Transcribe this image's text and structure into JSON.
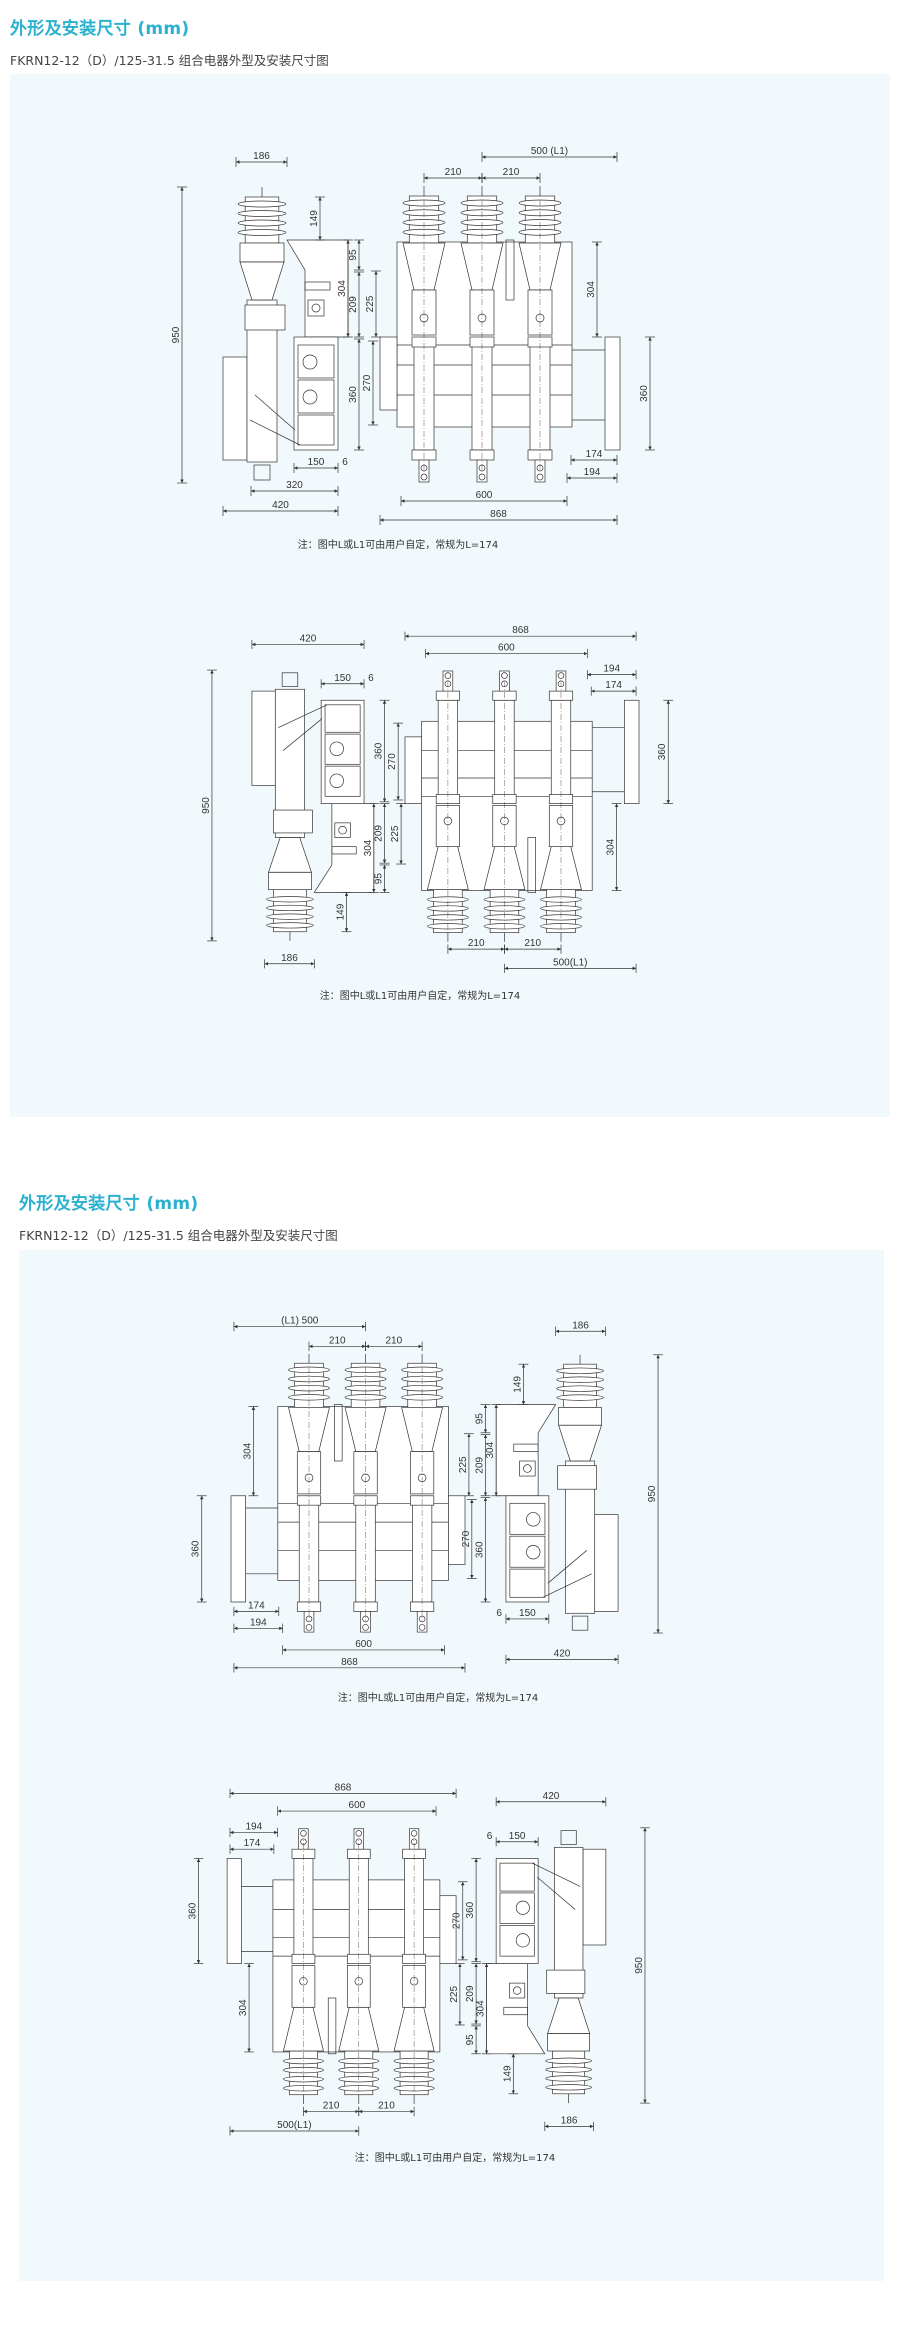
{
  "sections": [
    {
      "title": "外形及安装尺寸 (mm)",
      "subtitle": "FKRN12-12（D）/125-31.5 组合电器外型及安装尺寸图",
      "drawings": [
        {
          "note": "注：图中L或L1可由用户自定，常规为L=174",
          "labels": {
            "d186": "186",
            "d150": "150",
            "d6": "6",
            "d320": "320",
            "d420": "420",
            "d500": "500 (L1)",
            "d210a": "210",
            "d210b": "210",
            "d174": "174",
            "d194": "194",
            "d600": "600",
            "d868": "868",
            "d950": "950",
            "d149": "149",
            "d304s": "304",
            "d95": "95",
            "d209": "209",
            "d225": "225",
            "d360s": "360",
            "d270": "270",
            "d304f": "304",
            "d360f": "360"
          }
        },
        {
          "note": "注：图中L或L1可由用户自定，常规为L=174",
          "labels": {
            "d186": "186",
            "d150": "150",
            "d6": "6",
            "d320": "",
            "d420": "420",
            "d500": "500(L1)",
            "d210a": "210",
            "d210b": "210",
            "d174": "174",
            "d194": "194",
            "d600": "600",
            "d868": "868",
            "d950": "950",
            "d149": "149",
            "d304s": "304",
            "d95": "95",
            "d209": "209",
            "d225": "225",
            "d360s": "360",
            "d270": "270",
            "d304f": "304",
            "d360f": "360"
          }
        }
      ]
    },
    {
      "title": "外形及安装尺寸 (mm)",
      "subtitle": "FKRN12-12（D）/125-31.5 组合电器外型及安装尺寸图",
      "drawings": [
        {
          "note": "注：图中L或L1可由用户自定，常规为L=174",
          "labels": {
            "d186": "186",
            "d150": "150",
            "d6": "6",
            "d320": "",
            "d420": "420",
            "d500": "(L1) 500",
            "d210a": "210",
            "d210b": "210",
            "d174": "174",
            "d194": "194",
            "d600": "600",
            "d868": "868",
            "d950": "950",
            "d149": "149",
            "d304s": "304",
            "d95": "95",
            "d209": "209",
            "d225": "225",
            "d360s": "360",
            "d270": "270",
            "d304f": "304",
            "d360f": "360"
          }
        },
        {
          "note": "注：图中L或L1可由用户自定，常规为L=174",
          "labels": {
            "d186": "186",
            "d150": "150",
            "d6": "6",
            "d320": "",
            "d420": "420",
            "d500": "500(L1)",
            "d210a": "210",
            "d210b": "210",
            "d174": "174",
            "d194": "194",
            "d600": "600",
            "d868": "868",
            "d950": "950",
            "d149": "149",
            "d304s": "304",
            "d95": "95",
            "d209": "209",
            "d225": "225",
            "d360s": "360",
            "d270": "270",
            "d304f": "304",
            "d360f": "360"
          }
        }
      ]
    }
  ],
  "colors": {
    "title": "#2ab1cf",
    "panel": "#f2f9fd",
    "line": "#333333"
  }
}
